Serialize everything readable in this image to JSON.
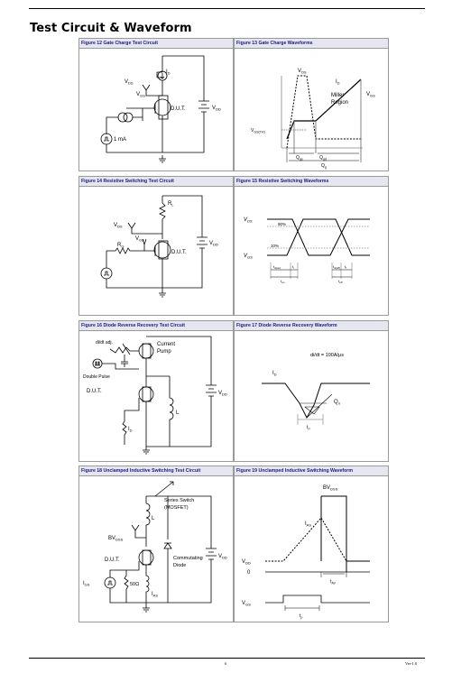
{
  "page": {
    "title": "Test Circuit & Waveform",
    "page_number": "6",
    "version": "Ver-1.0"
  },
  "figures": [
    {
      "caption": "Figure 12 Gate Charge Test Circuit",
      "labels": {
        "id": "I",
        "id_sub": "D",
        "vds": "V",
        "vds_sub": "DS",
        "vgs": "V",
        "vgs_sub": "GS",
        "dut": "D.U.T.",
        "vdd": "V",
        "vdd_sub": "DD",
        "current": "1 mA"
      }
    },
    {
      "caption": "Figure 13 Gate Charge Waveforms",
      "labels": {
        "vds": "V",
        "vds_sub": "DS",
        "id": "I",
        "id_sub": "D",
        "vgs": "V",
        "vgs_sub": "GS",
        "miller1": "Miller",
        "miller2": "Region",
        "vgsth": "V",
        "vgsth_sub": "GS(TH)",
        "qgs": "Q",
        "qgs_sub": "gs",
        "qgd": "Q",
        "qgd_sub": "gd",
        "qg": "Q",
        "qg_sub": "g"
      }
    },
    {
      "caption": "Figure 14 Resistive Switching Test Circuit",
      "labels": {
        "rl": "R",
        "rl_sub": "L",
        "vds": "V",
        "vds_sub": "DS",
        "vgs": "V",
        "vgs_sub": "GS",
        "rg": "R",
        "rg_sub": "G",
        "dut": "D.U.T.",
        "vdd": "V",
        "vdd_sub": "DD"
      }
    },
    {
      "caption": "Figure 15 Resistive Switching Waveforms",
      "labels": {
        "vds": "V",
        "vds_sub": "DS",
        "vgs": "V",
        "vgs_sub": "GS",
        "p90": "90%",
        "p10": "10%",
        "tdon": "t",
        "tdon_sub": "d(on)",
        "tr": "t",
        "tr_sub": "r",
        "tdoff": "t",
        "tdoff_sub": "d(off)",
        "tf": "t",
        "tf_sub": "f",
        "ton": "t",
        "ton_sub": "on",
        "toff": "t",
        "toff_sub": "off"
      }
    },
    {
      "caption": "Figure 16 Diode Reverse Recovery Test Circuit",
      "labels": {
        "didt": "di/dt adj.",
        "current1": "Current",
        "current2": "Pump",
        "double": "Double Pulse",
        "dut": "D.U.T.",
        "vdd": "V",
        "vdd_sub": "DD",
        "id": "I",
        "id_sub": "D",
        "l": "L"
      }
    },
    {
      "caption": "Figure 17 Diode Reverse Recovery Waveform",
      "labels": {
        "didt": "di/dt = 100A/μs",
        "id": "I",
        "id_sub": "D",
        "qrr": "Q",
        "qrr_sub": "rr",
        "trr": "t",
        "trr_sub": "rr"
      }
    },
    {
      "caption": "Figure 18 Unclamped Inductive Switching Test Circuit",
      "labels": {
        "l": "L",
        "series1": "Series Switch",
        "series2": "(MOSFET)",
        "bvdss": "BV",
        "bvdss_sub": "DSS",
        "dut": "D.U.T.",
        "vdd": "V",
        "vdd_sub": "DD",
        "comm1": "Commutating",
        "comm2": "Diode",
        "igs": "I",
        "igs_sub": "GS",
        "r50": "50Ω",
        "ias": "I",
        "ias_sub": "AS"
      }
    },
    {
      "caption": "Figure 19 Unclamped Inductive Switching Waveform",
      "labels": {
        "bvdss": "BV",
        "bvdss_sub": "DSS",
        "ias": "I",
        "ias_sub": "AS",
        "vdd": "V",
        "vdd_sub": "DD",
        "zero": "0",
        "tav": "t",
        "tav_sub": "AV",
        "vgs": "V",
        "vgs_sub": "GS",
        "tp": "t",
        "tp_sub": "p"
      }
    }
  ]
}
